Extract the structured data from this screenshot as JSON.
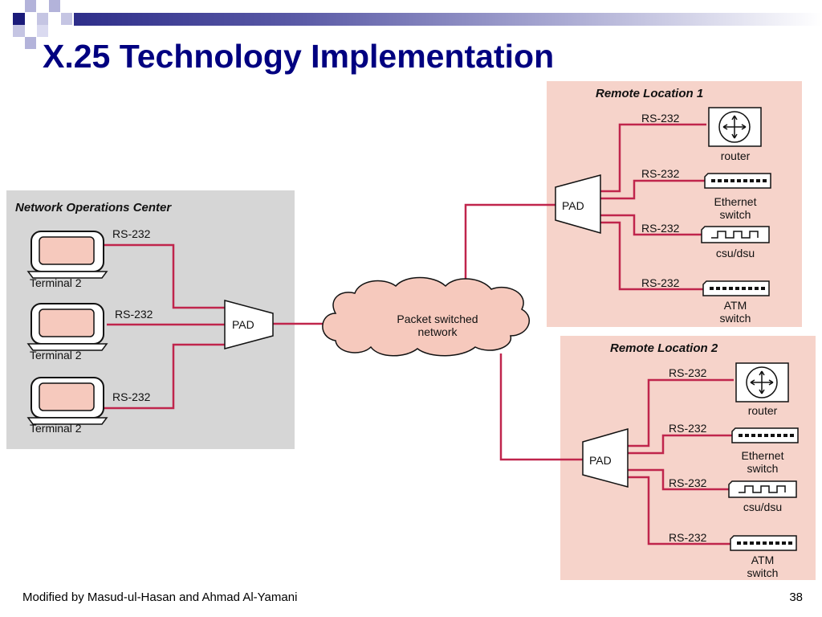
{
  "slide": {
    "title": "X.25 Technology Implementation",
    "footer": "Modified by Masud-ul-Hasan and Ahmad Al-Yamani",
    "page_number": "38"
  },
  "colors": {
    "title": "#000080",
    "link": "#c0254c",
    "noc_panel": "#d6d6d6",
    "remote_panel": "#f6d3ca",
    "screen_fill": "#f6c9bd"
  },
  "noc": {
    "title": "Network Operations Center",
    "terminals": [
      {
        "label": "Terminal 2",
        "link": "RS-232"
      },
      {
        "label": "Terminal 2",
        "link": "RS-232"
      },
      {
        "label": "Terminal 2",
        "link": "RS-232"
      }
    ],
    "pad": "PAD"
  },
  "cloud": {
    "line1": "Packet switched",
    "line2": "network"
  },
  "remotes": [
    {
      "title": "Remote Location 1",
      "pad": "PAD",
      "devices": [
        {
          "kind": "router",
          "line1": "router",
          "line2": "",
          "link": "RS-232",
          "icon": "router-icon"
        },
        {
          "kind": "switch",
          "line1": "Ethernet",
          "line2": "switch",
          "link": "RS-232",
          "icon": "ethernet-switch-icon"
        },
        {
          "kind": "csu",
          "line1": "csu/dsu",
          "line2": "",
          "link": "RS-232",
          "icon": "csu-dsu-icon"
        },
        {
          "kind": "switch",
          "line1": "ATM",
          "line2": "switch",
          "link": "RS-232",
          "icon": "atm-switch-icon"
        }
      ]
    },
    {
      "title": "Remote Location 2",
      "pad": "PAD",
      "devices": [
        {
          "kind": "router",
          "line1": "router",
          "line2": "",
          "link": "RS-232",
          "icon": "router-icon"
        },
        {
          "kind": "switch",
          "line1": "Ethernet",
          "line2": "switch",
          "link": "RS-232",
          "icon": "ethernet-switch-icon"
        },
        {
          "kind": "csu",
          "line1": "csu/dsu",
          "line2": "",
          "link": "RS-232",
          "icon": "csu-dsu-icon"
        },
        {
          "kind": "switch",
          "line1": "ATM",
          "line2": "switch",
          "link": "RS-232",
          "icon": "atm-switch-icon"
        }
      ]
    }
  ]
}
